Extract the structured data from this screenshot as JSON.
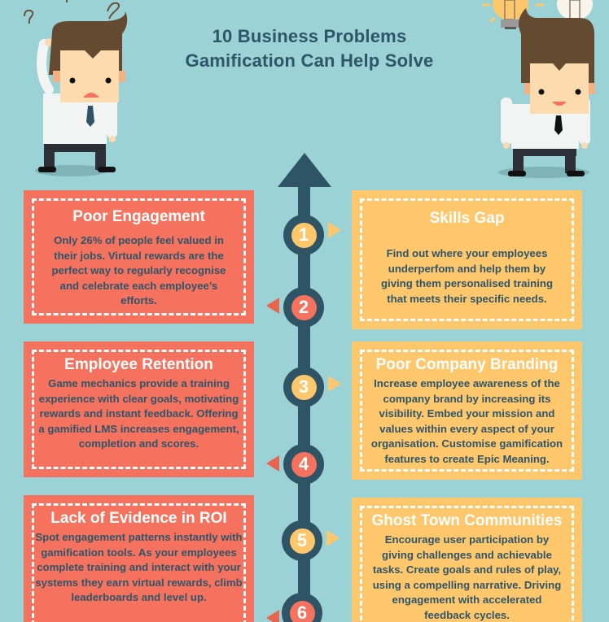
{
  "title": {
    "line1": "10 Business Problems",
    "line2": "Gamification Can Help Solve"
  },
  "colors": {
    "background": "#9ad2d6",
    "coral": "#f4725e",
    "yellow": "#fec76c",
    "navy": "#2e5466",
    "text": "#2f5569"
  },
  "illustrations": {
    "left": "confused-businessman-icon",
    "right": "idea-businessman-icon"
  },
  "timeline": {
    "nodes": [
      {
        "number": "1",
        "side": "right",
        "color": "yellow"
      },
      {
        "number": "2",
        "side": "left",
        "color": "coral"
      },
      {
        "number": "3",
        "side": "right",
        "color": "yellow"
      },
      {
        "number": "4",
        "side": "left",
        "color": "coral"
      },
      {
        "number": "5",
        "side": "right",
        "color": "yellow"
      },
      {
        "number": "6",
        "side": "left",
        "color": "coral"
      }
    ]
  },
  "cards": [
    {
      "number": "2",
      "title": "Poor Engagement",
      "body": "Only 26% of people feel valued in their jobs. Virtual rewards are the perfect way to regularly recognise and celebrate each employee’s efforts."
    },
    {
      "number": "1",
      "title": "Skills Gap",
      "body": "Find out where your employees underperfom and help them by giving them personalised training that meets their specific needs."
    },
    {
      "number": "4",
      "title": "Employee Retention",
      "body": "Game mechanics provide a training experience with clear goals, motivating rewards and instant feedback.  Offering  a  gamified LMS increases engagement, completion and scores."
    },
    {
      "number": "3",
      "title": "Poor Company Branding",
      "body": "Increase employee awareness of the company brand by increasing its visibility. Embed your mission and values within every aspect of your organisation. Customise gamification features to create Epic Meaning."
    },
    {
      "number": "6",
      "title": "Lack of Evidence in ROI",
      "body": "Spot engagement patterns instantly with gamification tools. As your employees complete training and interact with your systems they earn virtual rewards, climb leaderboards and level up."
    },
    {
      "number": "5",
      "title": "Ghost Town Communities",
      "body": "Encourage user participation by giving challenges and achievable tasks. Create goals and rules of play, using a compelling narrative. Driving engagement with accelerated feedback cycles."
    }
  ]
}
